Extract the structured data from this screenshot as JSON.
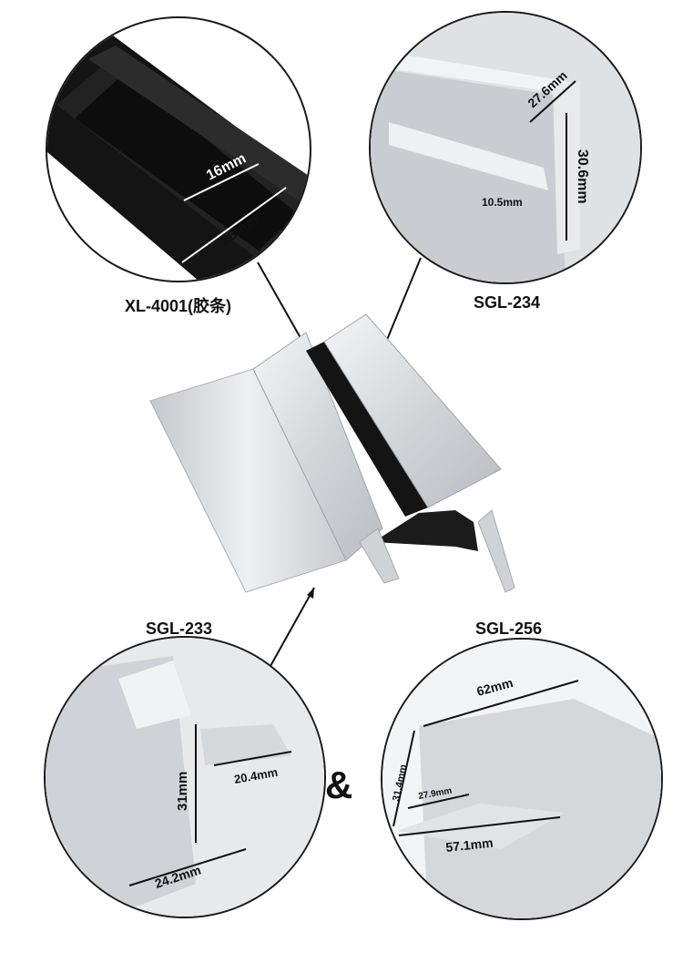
{
  "products": {
    "xl4001": {
      "label": "XL-4001(胶条)",
      "dims": {
        "inner": "16mm",
        "outer": "26mm"
      }
    },
    "sgl234": {
      "label": "SGL-234",
      "dims": {
        "width": "27.6mm",
        "height": "30.6mm",
        "lip": "10.5mm"
      }
    },
    "sgl233": {
      "label": "SGL-233",
      "dims": {
        "height": "31mm",
        "top": "20.4mm",
        "bottom": "24.2mm"
      }
    },
    "sgl256": {
      "label": "SGL-256",
      "dims": {
        "top": "62mm",
        "side": "31.4mm",
        "inner": "27.9mm",
        "bottom": "57.1mm"
      }
    }
  },
  "ampersand": "&",
  "colors": {
    "aluminium": "#d9dcdf",
    "rubber": "#151515",
    "outline": "#1a1a1a"
  }
}
